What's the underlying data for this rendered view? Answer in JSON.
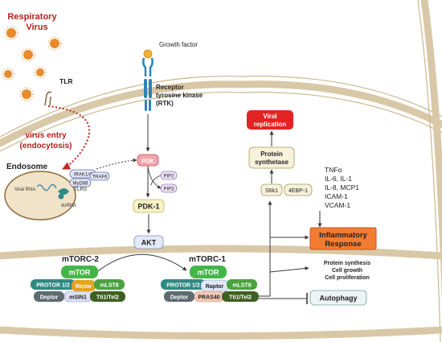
{
  "virus": {
    "line1": "Respiratory",
    "line2": "Virus"
  },
  "tlr": "TLR",
  "virus_entry": {
    "line1": "virus entry",
    "line2": "(endocytosis)"
  },
  "endosome": {
    "title": "Endosome",
    "viral_rna": "Viral RNA",
    "dsrna": "dsRNA",
    "tlr3": "TLR3"
  },
  "adaptors": {
    "irak": "IRAK1/4",
    "traf6": "TRAF6",
    "myd88": "MyD88"
  },
  "growth_factor": "Growth factor",
  "rtk": {
    "line1": "Receptor",
    "line2": "tyrosine kinase",
    "line3": "(RTK)"
  },
  "pathway": {
    "pi3k": "PI3K",
    "pip2": "PIP2",
    "pip3": "PIP3",
    "pdk1": "PDK-1",
    "akt": "AKT"
  },
  "mtorc2": {
    "title": "mTORC-2",
    "mtor": "mTOR",
    "protor": "PROTOR 1/2",
    "rictor": "Rictor",
    "mlst8": "mLST8",
    "deptor": "Deptor",
    "msin1": "mSIN1",
    "tti": "Tti1/Tel2"
  },
  "mtorc1": {
    "title": "mTORC-1",
    "mtor": "mTOR",
    "protor": "PROTOR 1/2",
    "raptor": "Raptor",
    "mlst8": "mLST8",
    "deptor": "Deptor",
    "pras40": "PRAS40",
    "tti": "Tti1/Tel2"
  },
  "downstream": {
    "s6k1": "S6k1",
    "ebp1": "4EBP-1",
    "protein_synthetase": {
      "line1": "Protein",
      "line2": "synthetase"
    },
    "viral_replication": {
      "line1": "Viral",
      "line2": "replication"
    },
    "inflammatory": {
      "line1": "Inflammatory",
      "line2": "Response"
    },
    "autophagy": "Autophagy",
    "outcomes": [
      "Protein synthesis",
      "Cell growth",
      "Cell proliferation"
    ],
    "cytokines": [
      "TNFα",
      "IL-6, IL-1",
      "IL-8, MCP1",
      "ICAM-1",
      "VCAM-1"
    ]
  },
  "colors": {
    "mtor": "#44b649",
    "protor": "#2e8b84",
    "rictor": "#e8a21b",
    "raptor": "#dfe8f7",
    "mlst8": "#4aa33d",
    "deptor": "#5d6a70",
    "msin1": "#dedff2",
    "pras40": "#f4c8b7",
    "tti": "#3e5f22",
    "pi3k": "#f2a7ad",
    "virus": "#e98a2d",
    "endosome": "#f1e3c8",
    "membrane": "#d9c8a7",
    "title_red": "#b2211c",
    "replication": "#e32424",
    "inflammatory": "#f37b32"
  }
}
